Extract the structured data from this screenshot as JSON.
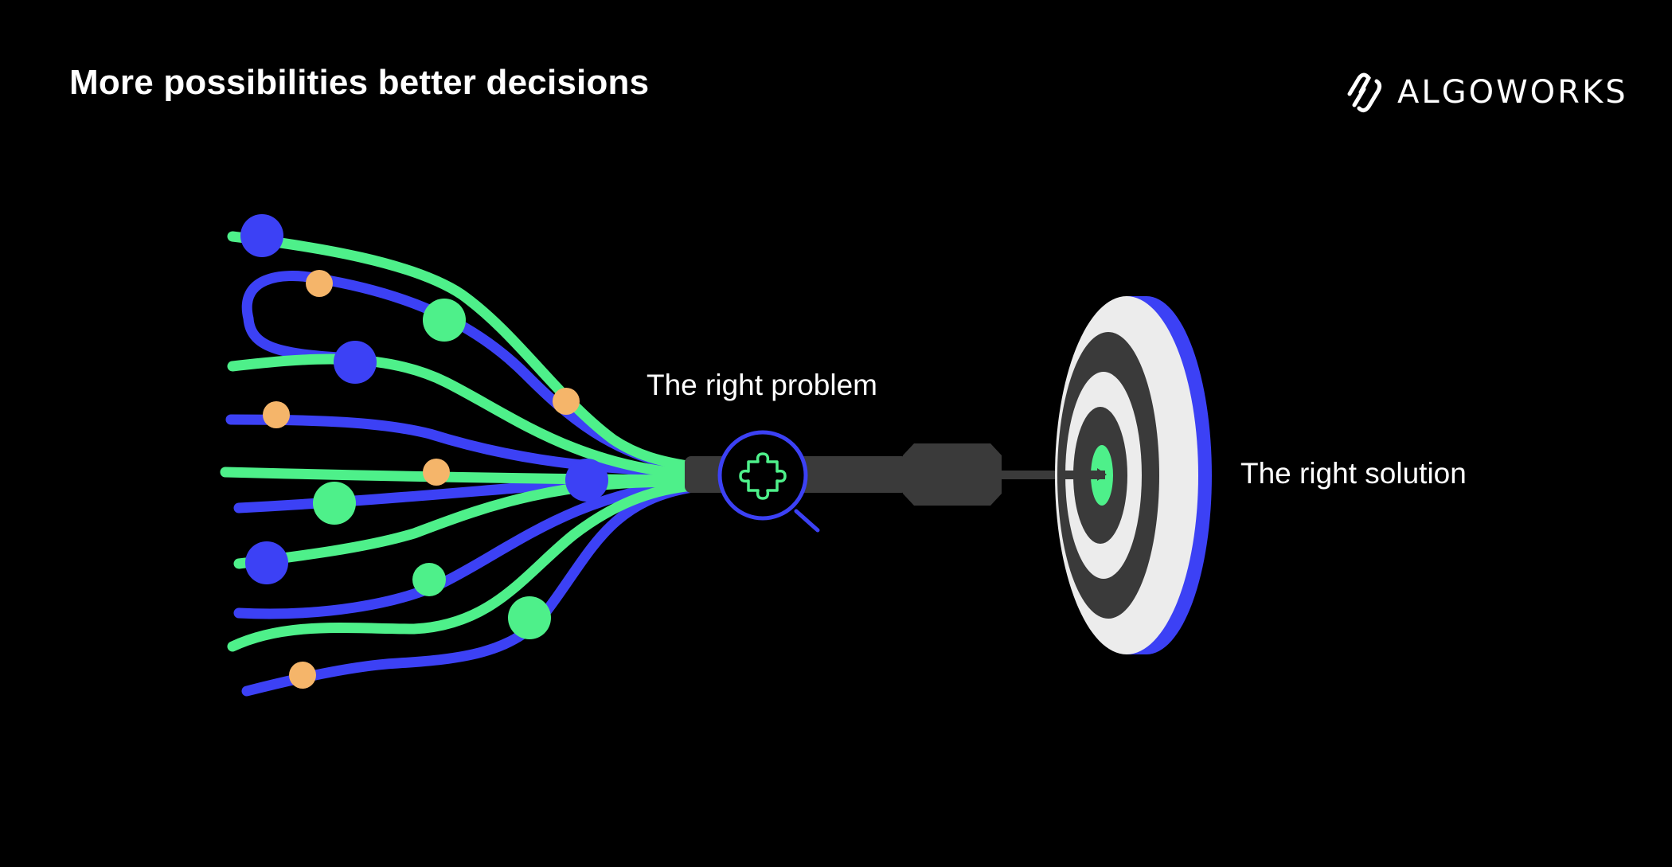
{
  "header": {
    "title": "More possibilities better decisions"
  },
  "logo": {
    "text": "ALGOWORKS",
    "icon": "algoworks-logo-icon"
  },
  "labels": {
    "problem": "The right problem",
    "solution": "The right solution"
  },
  "icons": {
    "magnifier": "magnifying-glass-icon",
    "puzzle": "puzzle-piece-icon",
    "target": "target-icon",
    "dart": "dart-icon"
  },
  "colors": {
    "background": "#000000",
    "blue": "#3c41f5",
    "green": "#4ef08a",
    "orange": "#f5b56a",
    "dark_gray": "#3a3a3a",
    "light_gray": "#ececec",
    "text": "#ffffff"
  }
}
